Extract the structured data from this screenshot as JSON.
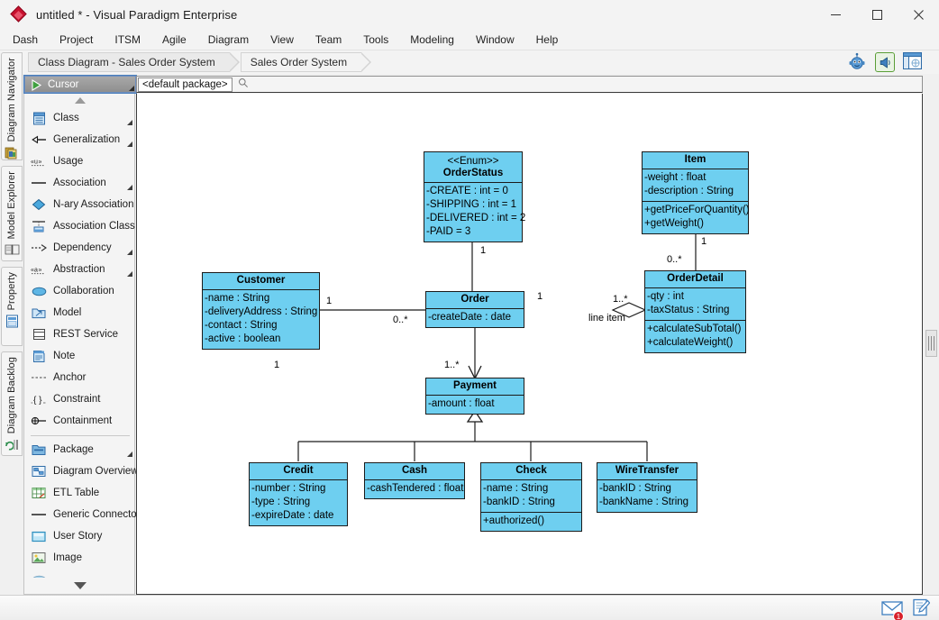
{
  "window": {
    "title": "untitled * - Visual Paradigm Enterprise",
    "logo_icon": "visual-paradigm-diamond-logo",
    "controls": [
      {
        "name": "minimize",
        "icon": "minimize-icon"
      },
      {
        "name": "maximize",
        "icon": "maximize-icon"
      },
      {
        "name": "close",
        "icon": "close-icon"
      }
    ]
  },
  "menubar": {
    "items": [
      "Dash",
      "Project",
      "ITSM",
      "Agile",
      "Diagram",
      "View",
      "Team",
      "Tools",
      "Modeling",
      "Window",
      "Help"
    ]
  },
  "breadcrumb": {
    "items": [
      "Class Diagram - Sales Order System",
      "Sales Order System"
    ]
  },
  "top_icons": [
    {
      "name": "ai-assistant-icon",
      "label": "AI Assistant"
    },
    {
      "name": "announcement-icon",
      "label": "Announcement"
    },
    {
      "name": "panel-layout-icon",
      "label": "Panel Layout"
    }
  ],
  "vertical_tabs": [
    {
      "label": "Diagram Navigator",
      "icon": "diagram-navigator-icon"
    },
    {
      "label": "Model Explorer",
      "icon": "model-explorer-icon"
    },
    {
      "label": "Property",
      "icon": "property-icon"
    },
    {
      "label": "Diagram Backlog",
      "icon": "diagram-backlog-icon"
    }
  ],
  "palette": {
    "selected": {
      "label": "Cursor",
      "icon": "cursor-arrow-icon"
    },
    "items": [
      {
        "label": "Class",
        "icon": "class-icon",
        "corner": true
      },
      {
        "label": "Generalization",
        "icon": "generalization-icon",
        "corner": true
      },
      {
        "label": "Usage",
        "icon": "usage-icon",
        "corner": false
      },
      {
        "label": "Association",
        "icon": "association-icon",
        "corner": true
      },
      {
        "label": "N-ary Association",
        "icon": "nary-association-icon",
        "corner": false
      },
      {
        "label": "Association Class",
        "icon": "association-class-icon",
        "corner": false
      },
      {
        "label": "Dependency",
        "icon": "dependency-icon",
        "corner": true
      },
      {
        "label": "Abstraction",
        "icon": "abstraction-icon",
        "corner": true
      },
      {
        "label": "Collaboration",
        "icon": "collaboration-icon",
        "corner": false
      },
      {
        "label": "Model",
        "icon": "model-icon",
        "corner": false
      },
      {
        "label": "REST Service",
        "icon": "rest-service-icon",
        "corner": false
      },
      {
        "label": "Note",
        "icon": "note-icon",
        "corner": false
      },
      {
        "label": "Anchor",
        "icon": "anchor-icon",
        "corner": false
      },
      {
        "label": "Constraint",
        "icon": "constraint-icon",
        "corner": false
      },
      {
        "label": "Containment",
        "icon": "containment-icon",
        "corner": false
      },
      {
        "separator": true
      },
      {
        "label": "Package",
        "icon": "package-icon",
        "corner": true
      },
      {
        "label": "Diagram Overview",
        "icon": "diagram-overview-icon",
        "corner": false
      },
      {
        "label": "ETL Table",
        "icon": "etl-table-icon",
        "corner": false
      },
      {
        "label": "Generic Connector",
        "icon": "generic-connector-icon",
        "corner": false
      },
      {
        "label": "User Story",
        "icon": "user-story-icon",
        "corner": false
      },
      {
        "label": "Image",
        "icon": "image-icon",
        "corner": false
      }
    ]
  },
  "canvas": {
    "package_label": "<default package>",
    "search_icon": "search-icon",
    "fill_color": "#6ECFF0",
    "line_color": "#1b1b1b",
    "classes": [
      {
        "id": "orderstatus",
        "stereotype": "<<Enum>>",
        "name": "OrderStatus",
        "attributes": [
          "-CREATE : int = 0",
          "-SHIPPING : int = 1",
          "-DELIVERED : int = 2",
          "-PAID = 3"
        ],
        "operations": []
      },
      {
        "id": "item",
        "stereotype": "",
        "name": "Item",
        "attributes": [
          "-weight : float",
          "-description : String"
        ],
        "operations": [
          "+getPriceForQuantity()",
          "+getWeight()"
        ]
      },
      {
        "id": "customer",
        "stereotype": "",
        "name": "Customer",
        "attributes": [
          "-name : String",
          "-deliveryAddress : String",
          "-contact : String",
          "-active : boolean"
        ],
        "operations": []
      },
      {
        "id": "order",
        "stereotype": "",
        "name": "Order",
        "attributes": [
          "-createDate : date"
        ],
        "operations": []
      },
      {
        "id": "orderdetail",
        "stereotype": "",
        "name": "OrderDetail",
        "attributes": [
          "-qty : int",
          "-taxStatus : String"
        ],
        "operations": [
          "+calculateSubTotal()",
          "+calculateWeight()"
        ]
      },
      {
        "id": "payment",
        "stereotype": "",
        "name": "Payment",
        "attributes": [
          "-amount : float"
        ],
        "operations": []
      },
      {
        "id": "credit",
        "stereotype": "",
        "name": "Credit",
        "attributes": [
          "-number : String",
          "-type : String",
          "-expireDate : date"
        ],
        "operations": []
      },
      {
        "id": "cash",
        "stereotype": "",
        "name": "Cash",
        "attributes": [
          "-cashTendered : float"
        ],
        "operations": []
      },
      {
        "id": "check",
        "stereotype": "",
        "name": "Check",
        "attributes": [
          "-name : String",
          "-bankID : String"
        ],
        "operations": [
          "+authorized()"
        ]
      },
      {
        "id": "wiretransfer",
        "stereotype": "",
        "name": "WireTransfer",
        "attributes": [
          "-bankID : String",
          "-bankName : String"
        ],
        "operations": []
      }
    ],
    "multiplicities": {
      "orderstatus_order": "1",
      "item_orderdetail": "1",
      "orderdetail_item": "0..*",
      "customer_order_right": "1",
      "customer_bottom": "1",
      "order_customer_left": "0..*",
      "order_detail_left": "1",
      "order_detail_right": "1..*",
      "order_payment": "1..*"
    },
    "labels": {
      "line_item": "line item"
    }
  },
  "statusbar": {
    "items": [
      {
        "name": "messages-icon",
        "badge": "1"
      },
      {
        "name": "notes-icon",
        "badge": ""
      }
    ]
  }
}
